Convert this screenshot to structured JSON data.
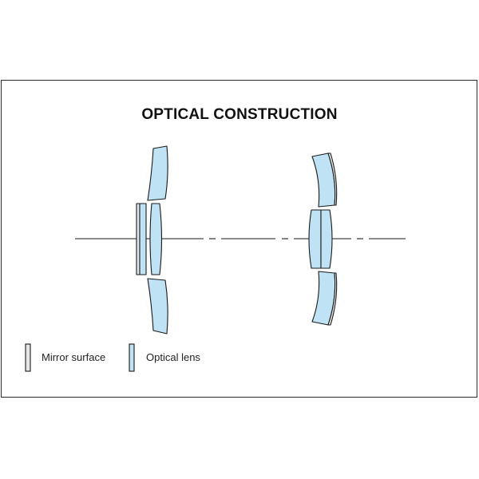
{
  "title": "OPTICAL CONSTRUCTION",
  "legend": {
    "mirror_label": "Mirror surface",
    "lens_label": "Optical lens"
  },
  "colors": {
    "lens_fill": "#bfe3f5",
    "mirror_fill": "#e6e6e6",
    "stroke": "#1a1a1a",
    "frame": "#2a2a2a"
  }
}
